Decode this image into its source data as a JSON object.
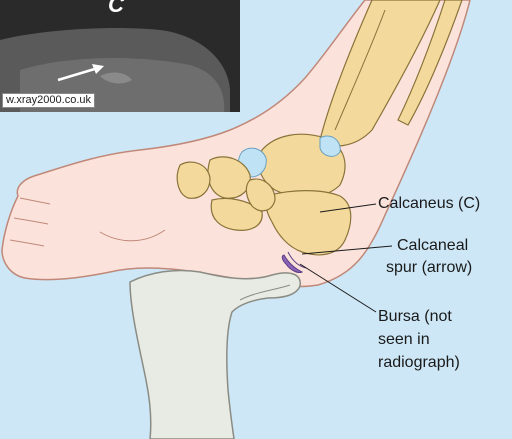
{
  "radiograph": {
    "letter": "C",
    "credit": "w.xray2000.co.uk"
  },
  "labels": {
    "calcaneus": "Calcaneus (C)",
    "spur_line1": "Calcaneal",
    "spur_line2": "spur (arrow)",
    "bursa_line1": "Bursa (not",
    "bursa_line2": "seen in",
    "bursa_line3": "radiograph)"
  },
  "colors": {
    "background": "#cde7f6",
    "skin": "#fbe3dc",
    "bone": "#f3d99b",
    "bone_outline": "#8a7339",
    "cartilage": "#bfe3f4",
    "glove": "#e8eae4",
    "bursa": "#8a63b8",
    "radiograph_bg": "#2a2a2a"
  }
}
